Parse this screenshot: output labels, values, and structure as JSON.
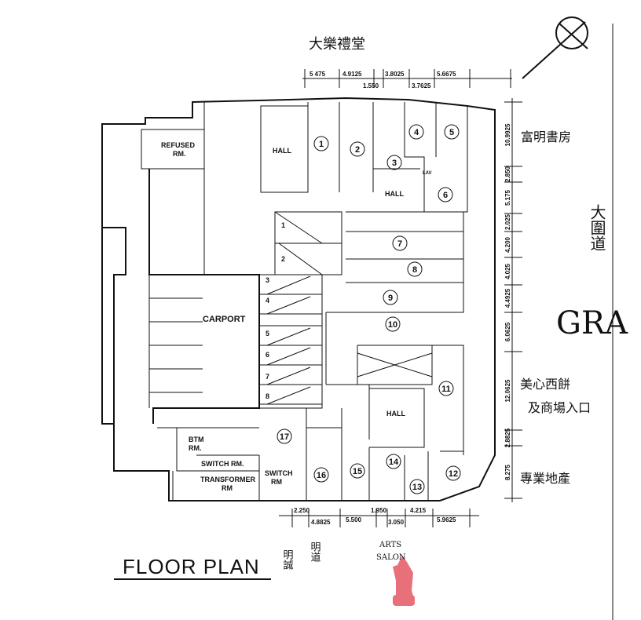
{
  "title": "FLOOR PLAN",
  "rooms": {
    "refused_1": "REFUSED",
    "refused_2": "RM.",
    "carport": "CARPORT",
    "hall": "HALL",
    "btm_1": "BTM",
    "btm_2": "RM.",
    "switch_rm": "SWITCH RM.",
    "transformer_1": "TRANSFORMER",
    "transformer_2": "RM",
    "switch2_1": "SWITCH",
    "switch2_2": "RM",
    "lav": "LAV"
  },
  "units": [
    "1",
    "2",
    "3",
    "4",
    "5",
    "6",
    "7",
    "8",
    "9",
    "10",
    "11",
    "12",
    "13",
    "14",
    "15",
    "16",
    "17"
  ],
  "parking": [
    "1",
    "2",
    "3",
    "4",
    "5",
    "6",
    "7",
    "8"
  ],
  "dimensions": {
    "top": [
      "5 475",
      "4.9125",
      "1.550",
      "3.8025",
      "3.7625",
      "5.6675"
    ],
    "right": [
      "10.9925",
      "2.850",
      "5.175",
      "2.025",
      "4.200",
      "4.025",
      "4.4925",
      "6.0625",
      "12.0625",
      "2.8825",
      "8.275"
    ],
    "bottom": [
      "2.250",
      "4.8825",
      "5.500",
      "1.950",
      "3.050",
      "4.215",
      "5.9625"
    ]
  },
  "annotations": {
    "top": "大樂禮堂",
    "right_top": "富明書房",
    "right_road": "大圍道",
    "gra": "GRA",
    "entrance_1": "美心西餅",
    "entrance_2": "及商場入口",
    "realty": "專業地產",
    "bottom_1": "明誠",
    "bottom_2": "明道",
    "arts_1": "ARTS",
    "arts_2": "SALON"
  },
  "colors": {
    "stamp": "#e8707a",
    "ink": "#111111"
  }
}
